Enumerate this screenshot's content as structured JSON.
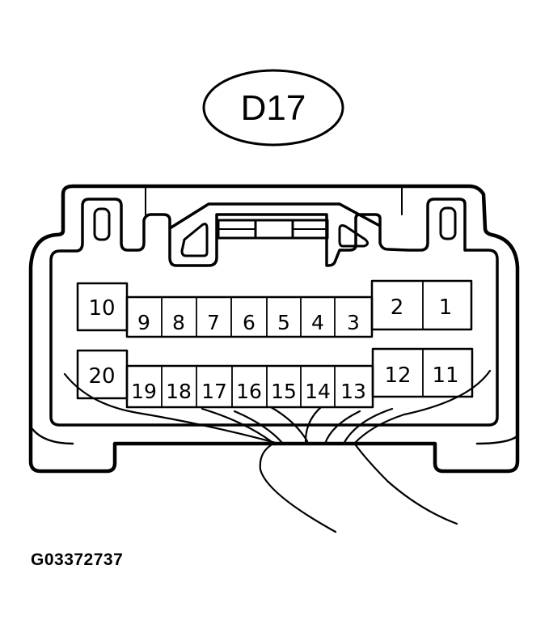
{
  "connector": {
    "id_label": "D17",
    "pins": {
      "top_left_large": "10",
      "top_row_small": [
        "9",
        "8",
        "7",
        "6",
        "5",
        "4",
        "3"
      ],
      "top_right_large": [
        "2",
        "1"
      ],
      "bottom_left_large": "20",
      "bottom_row_small": [
        "19",
        "18",
        "17",
        "16",
        "15",
        "14",
        "13"
      ],
      "bottom_right_large": [
        "12",
        "11"
      ]
    }
  },
  "caption": {
    "figure_id": "G03372737"
  },
  "colors": {
    "line": "#000000",
    "background": "#ffffff"
  }
}
